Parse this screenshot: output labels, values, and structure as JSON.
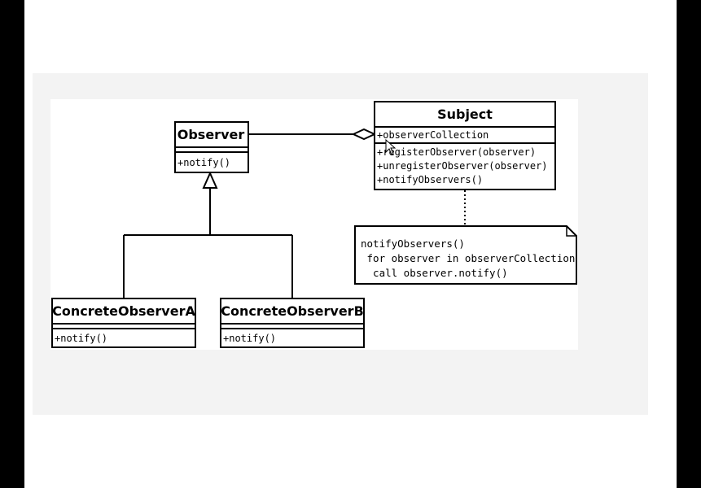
{
  "diagram": {
    "classes": {
      "observer": {
        "name": "Observer",
        "methods": [
          "+notify()"
        ]
      },
      "subject": {
        "name": "Subject",
        "attributes": [
          "+observerCollection"
        ],
        "methods": [
          "+registerObserver(observer)",
          "+unregisterObserver(observer)",
          "+notifyObservers()"
        ]
      },
      "concrete_a": {
        "name": "ConcreteObserverA",
        "methods": [
          "+notify()"
        ]
      },
      "concrete_b": {
        "name": "ConcreteObserverB",
        "methods": [
          "+notify()"
        ]
      }
    },
    "note": {
      "lines": [
        "notifyObservers()",
        " for observer in observerCollection",
        "  call observer.notify()"
      ]
    }
  }
}
